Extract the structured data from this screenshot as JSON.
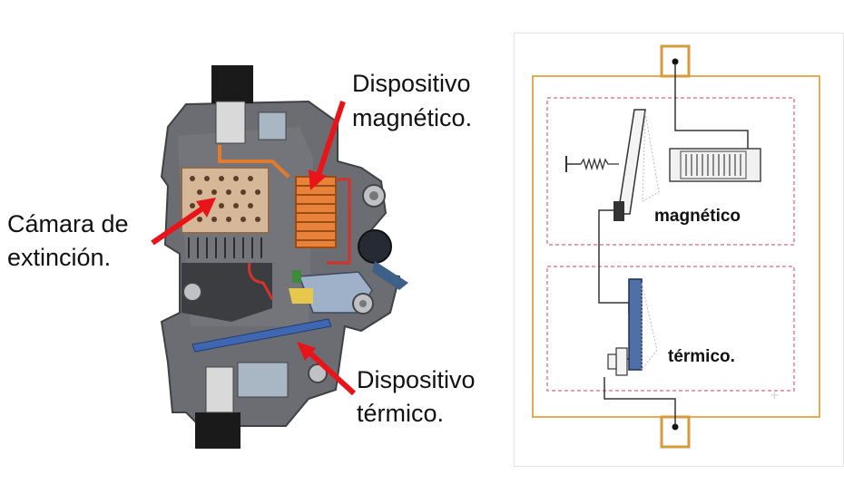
{
  "left": {
    "label_magnetic_line1": "Dispositivo",
    "label_magnetic_line2": "magnético.",
    "label_chamber_line1": "Cámara de",
    "label_chamber_line2": "extinción.",
    "label_thermal_line1": "Dispositivo",
    "label_thermal_line2": "térmico."
  },
  "right": {
    "label_magnetic": "magnético",
    "label_thermal": "térmico."
  },
  "colors": {
    "arrow": "#e8141a",
    "housing": "#5f6166",
    "copper": "#e27a2e",
    "frame": "#e2ad57",
    "dashed_box": "#e07f9a"
  }
}
